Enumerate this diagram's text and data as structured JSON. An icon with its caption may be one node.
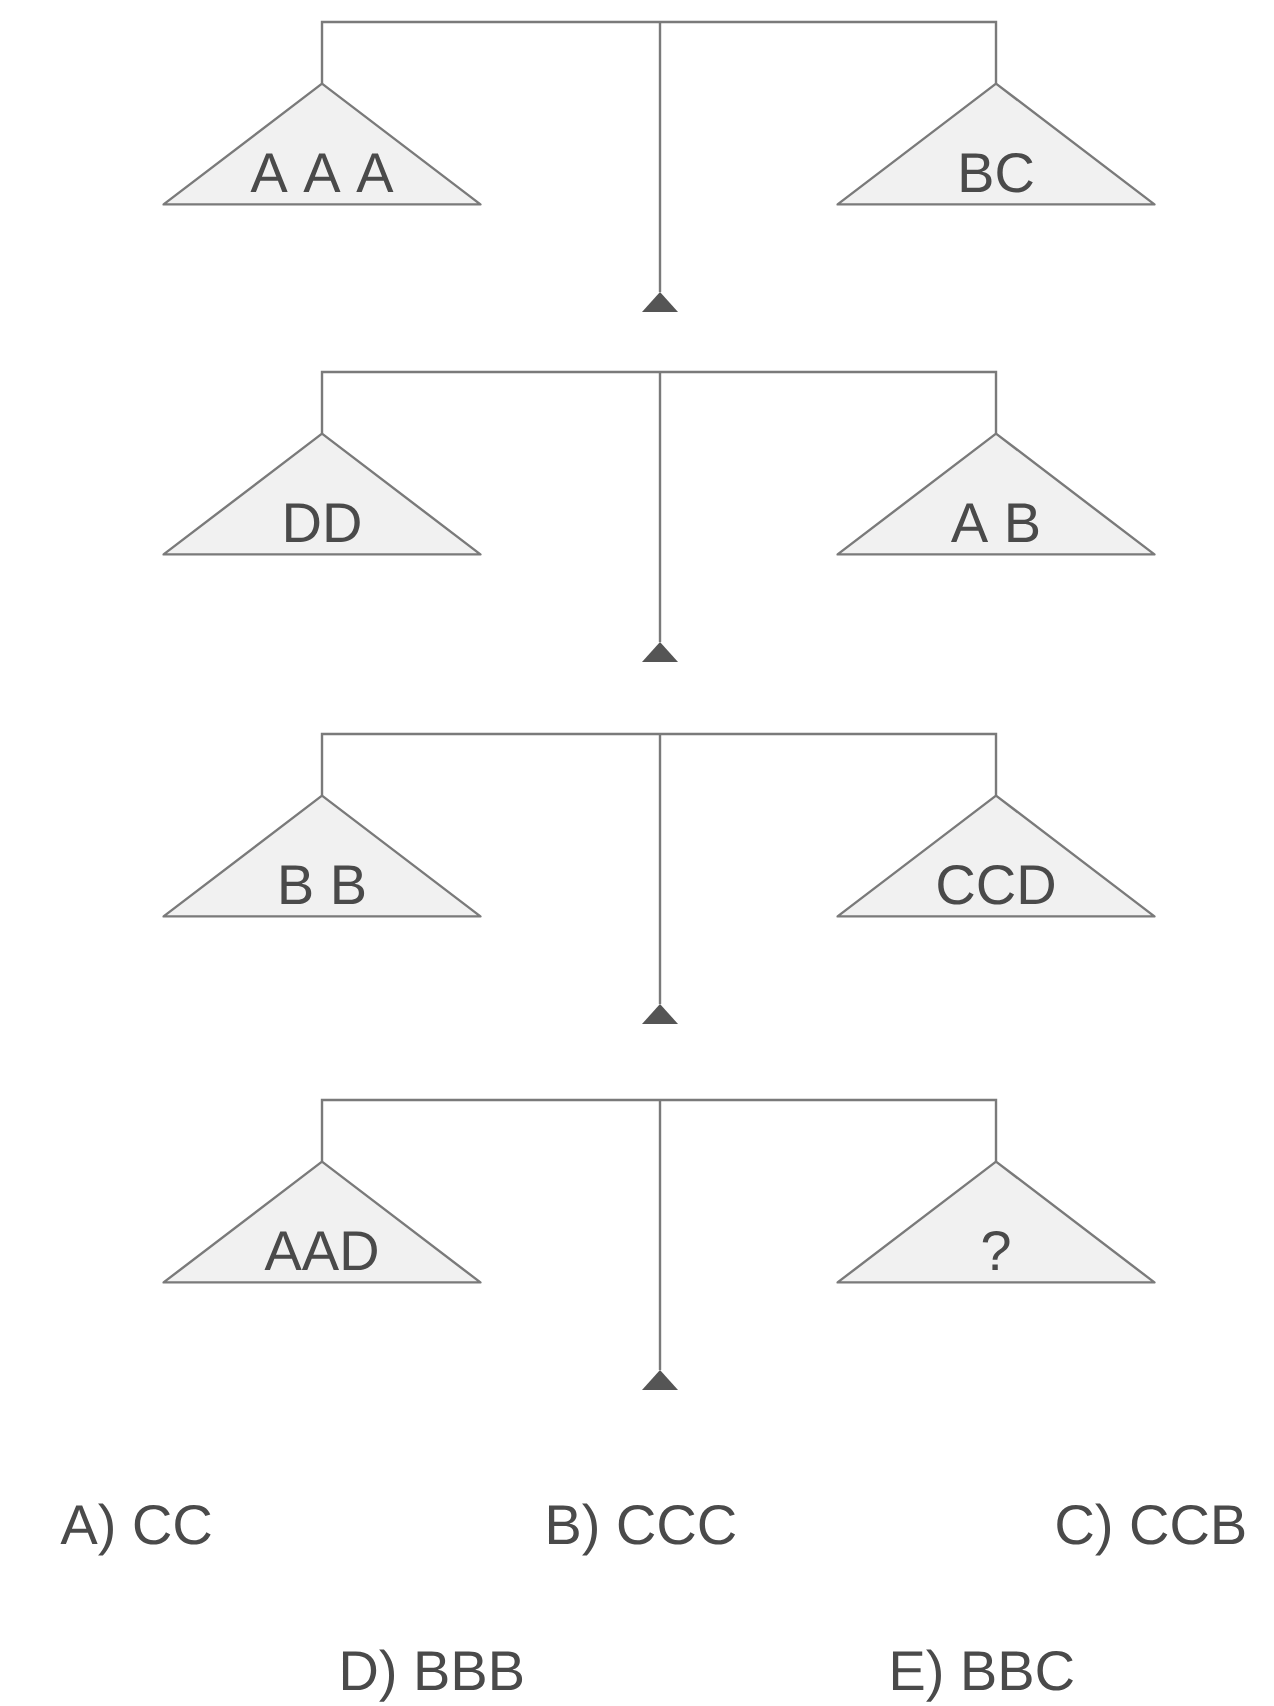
{
  "diagram": {
    "nodes": [
      {
        "text": [
          "A A A"
        ]
      },
      {
        "text": [
          "BC"
        ]
      },
      {
        "text": [
          "DD"
        ]
      },
      {
        "text": [
          "A B"
        ]
      },
      {
        "text": [
          "B B"
        ]
      },
      {
        "text": [
          "CCD"
        ]
      },
      {
        "text": [
          "AAD"
        ]
      },
      {
        "text": [
          "?"
        ]
      }
    ],
    "edges": [
      {
        "from": 0,
        "to": 1,
        "arrow": "none"
      },
      {
        "from": 2,
        "to": 3,
        "arrow": "none"
      },
      {
        "from": 4,
        "to": 5,
        "arrow": "none"
      },
      {
        "from": 6,
        "to": 7,
        "arrow": "none"
      }
    ],
    "labels": [
      "A) CC",
      "B) CCC",
      "C) CCB",
      "D) BBB",
      "E) BBC"
    ]
  }
}
